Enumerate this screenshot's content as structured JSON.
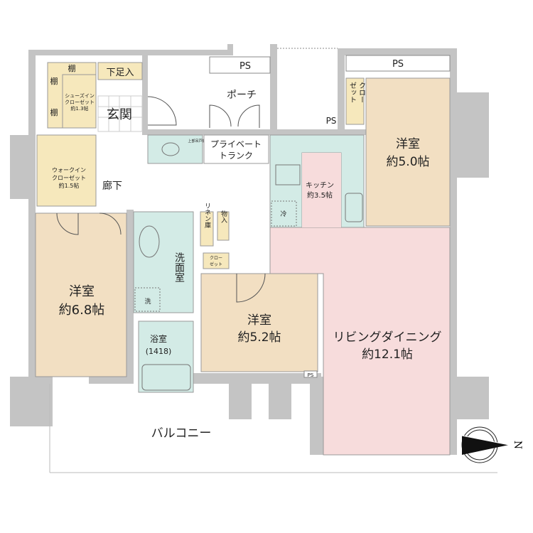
{
  "rooms": {
    "shoes_closet": {
      "line1": "シューズイン",
      "line2": "クローゼット",
      "line3": "約1.3帖"
    },
    "shelf": "棚",
    "shoe_storage": "下足入",
    "entrance": "玄関",
    "porch": "ポーチ",
    "ps": "PS",
    "private_trunk": {
      "line1": "プライベート",
      "line2": "トランク"
    },
    "toilet_cabinet": "上部吊戸棚",
    "walkin_closet": {
      "line1": "ウォークイン",
      "line2": "クローゼット",
      "line3": "約1.5帖"
    },
    "corridor": "廊下",
    "kitchen": {
      "line1": "キッチン",
      "line2": "約3.5帖"
    },
    "fridge": "冷",
    "closet_vertical": {
      "col1": "クロー",
      "col2": "ゼット"
    },
    "western_a": {
      "name": "洋室",
      "size": "約5.0帖"
    },
    "western_b": {
      "name": "洋室",
      "size": "約6.8帖"
    },
    "western_c": {
      "name": "洋室",
      "size": "約5.2帖"
    },
    "linen": "リネン庫",
    "storage": "物入",
    "closet_small": {
      "line1": "クロー",
      "line2": "ゼット"
    },
    "washroom": "洗面室",
    "washer": "洗",
    "bathroom": {
      "name": "浴室",
      "size": "(1418)"
    },
    "living": {
      "name": "リビングダイニング",
      "size": "約12.1帖"
    },
    "balcony": "バルコニー"
  },
  "compass": {
    "label": "N",
    "direction": "east"
  },
  "colors": {
    "wall": "#c4c4c4",
    "beige": "#f2dfc2",
    "closet": "#f6e8bc",
    "wet": "#d3ebe6",
    "living": "#f7dcdc"
  }
}
